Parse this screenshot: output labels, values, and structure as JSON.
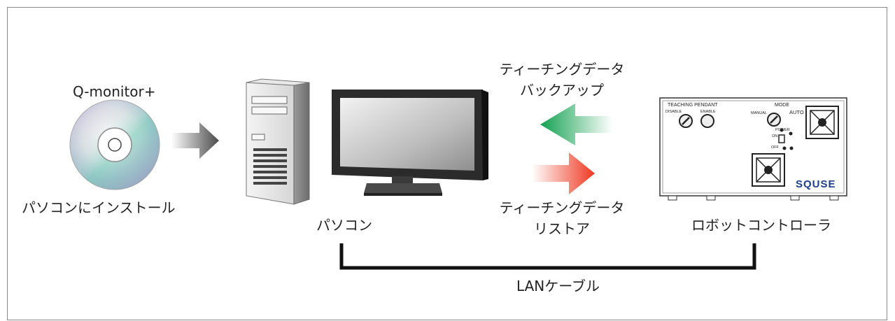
{
  "software": {
    "name": "Q-monitor+",
    "install_label": "パソコンにインストール"
  },
  "pc": {
    "label": "パソコン"
  },
  "controller": {
    "label": "ロボットコントローラ",
    "panel": {
      "teaching_pendant": "TEACHING PENDANT",
      "disable": "DISABLE",
      "enable": "ENABLE",
      "mode": "MODE",
      "manual": "MANUAL",
      "auto": "AUTO",
      "power": "POWER",
      "on": "ON",
      "off": "OFF",
      "brand": "SQUSE"
    }
  },
  "backup": {
    "line1": "ティーチングデータ",
    "line2": "バックアップ"
  },
  "restore": {
    "line1": "ティーチングデータ",
    "line2": "リストア"
  },
  "cable": {
    "label": "LANケーブル"
  },
  "colors": {
    "backup_arrow": "#1aa35a",
    "restore_arrow": "#ee3d2a",
    "install_arrow": "#5a5a5a",
    "cable": "#111111"
  }
}
